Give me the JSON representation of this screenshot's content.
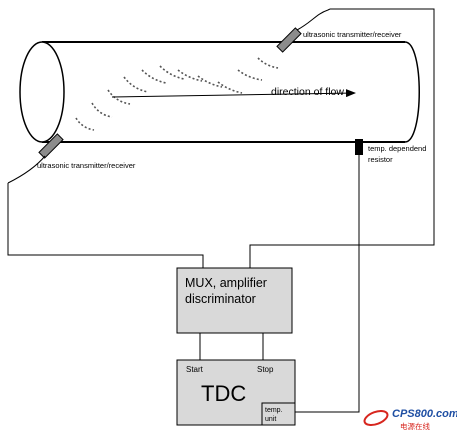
{
  "labels": {
    "transducer_top": "ultrasonic transmitter/receiver",
    "transducer_bottom": "ultrasonic transmitter/receiver",
    "flow": "direction of flow",
    "resistor_line1": "temp. dependend",
    "resistor_line2": "resistor",
    "mux_line1": "MUX, amplifier",
    "mux_line2": "discriminator",
    "start": "Start",
    "stop": "Stop",
    "tdc": "TDC",
    "temp_unit_line1": "temp.",
    "temp_unit_line2": "unit"
  },
  "watermark": {
    "brand": "CPS800.com",
    "subtitle": "电源在线"
  },
  "colors": {
    "box_fill": "#d9d9d9",
    "transducer_fill": "#8c8c8c",
    "watermark_red": "#d7261e",
    "watermark_blue": "#1f4fa3"
  }
}
